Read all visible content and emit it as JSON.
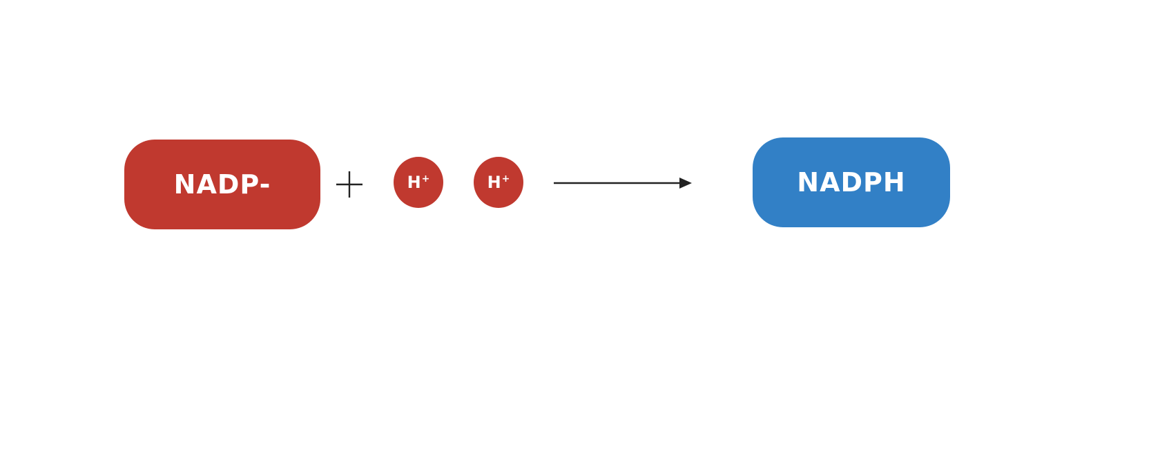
{
  "reaction": {
    "reactant": {
      "label": "NADP-",
      "color": "#c0392f"
    },
    "ions": [
      {
        "symbol": "H",
        "charge": "+",
        "color": "#c0392f"
      },
      {
        "symbol": "H",
        "charge": "+",
        "color": "#c0392f"
      }
    ],
    "product": {
      "label": "NADPH",
      "color": "#3280c6"
    },
    "operator_icon": "plus-icon",
    "arrow_icon": "right-arrow-icon"
  }
}
